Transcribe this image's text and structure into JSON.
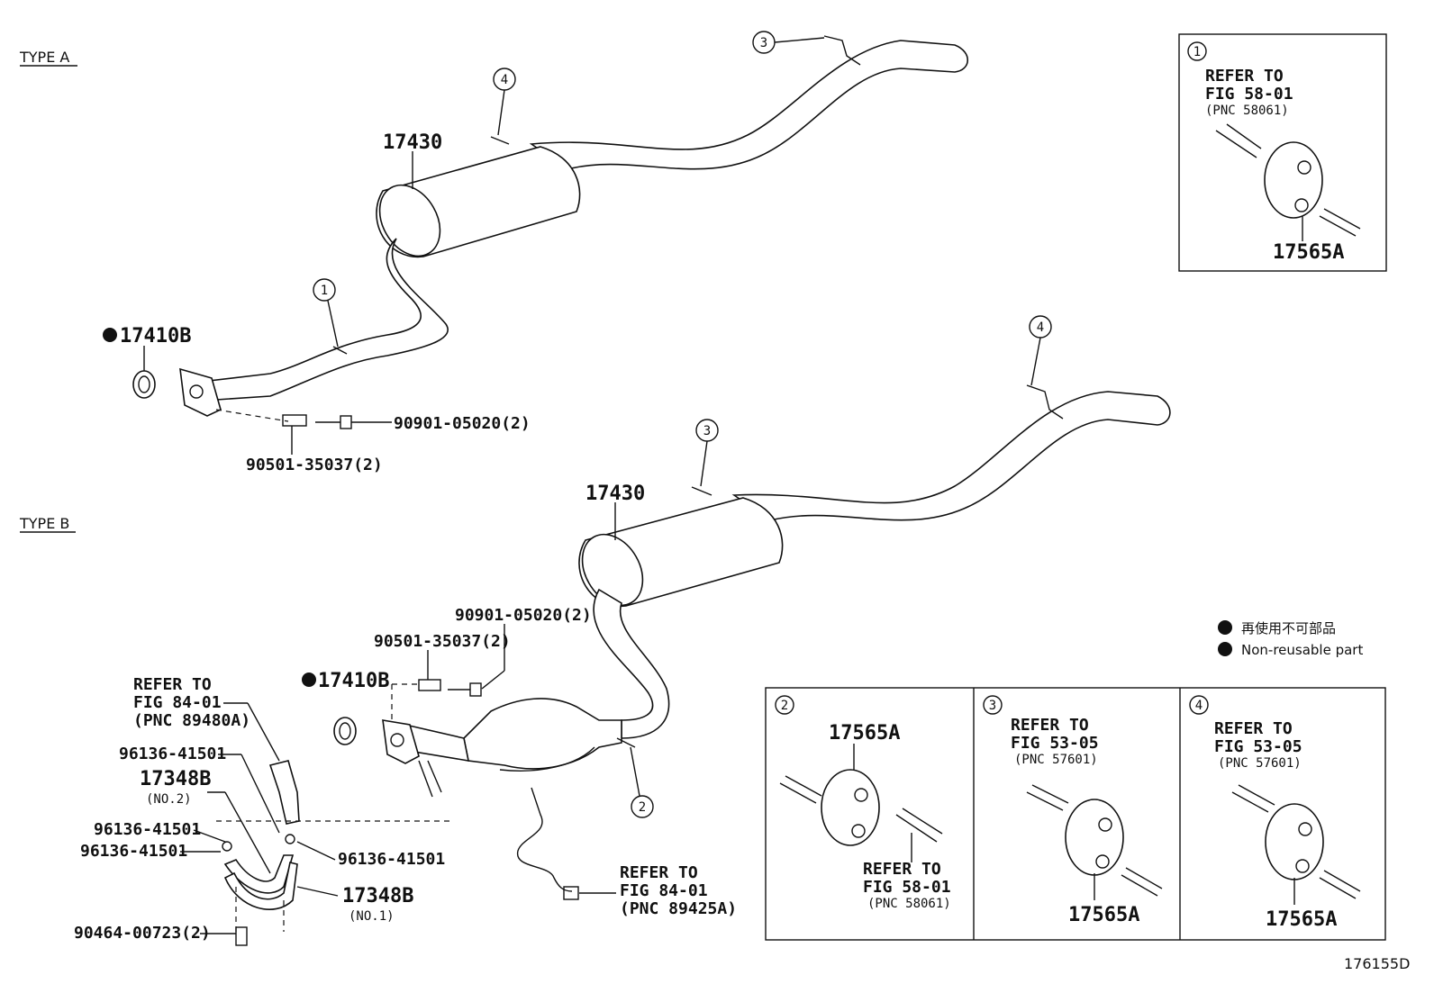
{
  "type_a": {
    "title": "TYPE A",
    "muffler": "17430",
    "gasket": "17410B",
    "bolt": "90901-05020(2)",
    "spring": "90501-35037(2)",
    "callouts": [
      "1",
      "3",
      "4"
    ]
  },
  "type_b": {
    "title": "TYPE B",
    "muffler": "17430",
    "gasket": "17410B",
    "bolt": "90901-05020(2)",
    "spring": "90501-35037(2)",
    "callouts": [
      "2",
      "3",
      "4"
    ],
    "refer_sensor": [
      "REFER TO",
      "FIG 84-01",
      "(PNC 89480A)"
    ],
    "refer_o2": [
      "REFER TO",
      "FIG 84-01",
      "(PNC 89425A)"
    ],
    "clamp_upper": "96136-41501",
    "hose_no2": "17348B",
    "hose_no2_sub": "(NO.2)",
    "clamp_left_1": "96136-41501",
    "clamp_left_2": "96136-41501",
    "clamp_right": "96136-41501",
    "hose_no1": "17348B",
    "hose_no1_sub": "(NO.1)",
    "clip": "90464-00723(2)"
  },
  "detail_1": {
    "num": "1",
    "refer": [
      "REFER TO",
      "FIG 58-01",
      "(PNC 58061)"
    ],
    "part": "17565A"
  },
  "detail_2": {
    "num": "2",
    "part": "17565A",
    "refer": [
      "REFER TO",
      "FIG 58-01",
      "(PNC 58061)"
    ]
  },
  "detail_3": {
    "num": "3",
    "refer": [
      "REFER TO",
      "FIG 53-05",
      "(PNC 57601)"
    ],
    "part": "17565A"
  },
  "detail_4": {
    "num": "4",
    "refer": [
      "REFER TO",
      "FIG 53-05",
      "(PNC 57601)"
    ],
    "part": "17565A"
  },
  "legend": {
    "jp": "再使用不可部品",
    "en": "Non-reusable part"
  },
  "figure_id": "176155D"
}
